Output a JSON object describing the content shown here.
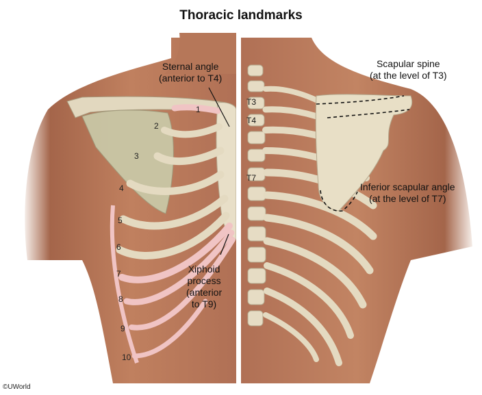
{
  "title": "Thoracic landmarks",
  "labels": {
    "sternal_angle": [
      "Sternal angle",
      "(anterior to T4)"
    ],
    "scapular_spine": [
      "Scapular spine",
      "(at the level of T3)"
    ],
    "inferior_angle": [
      "Inferior scapular angle",
      "(at the level of T7)"
    ],
    "xiphoid": [
      "Xiphoid",
      "process",
      "(anterior",
      "to T9)"
    ]
  },
  "rib_numbers": [
    "1",
    "2",
    "3",
    "4",
    "5",
    "6",
    "7",
    "8",
    "9",
    "10"
  ],
  "vertebrae": [
    "T3",
    "T4",
    "T7"
  ],
  "copyright": "©UWorld",
  "colors": {
    "skin": "#b8775a",
    "skin_dark": "#8e5236",
    "bone": "#e6dcc4",
    "cartilage": "#f1c9c9",
    "scapula_front": "#c9c7a6"
  }
}
